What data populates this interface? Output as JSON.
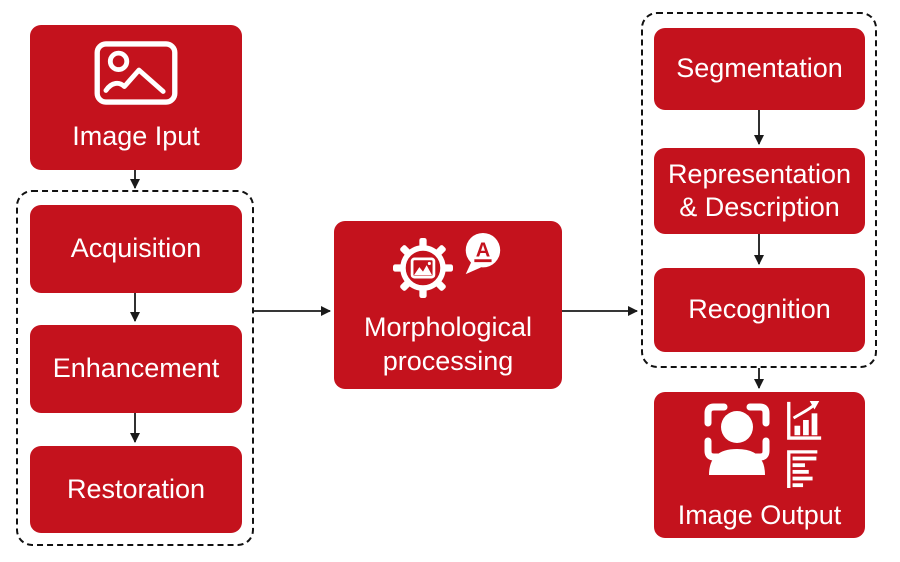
{
  "palette": {
    "box_red": "#C4121D",
    "arrow_black": "#1A1A1A",
    "text_white": "#FFFFFF"
  },
  "flow": {
    "image_input": {
      "label": "Image Iput",
      "icon": "photo-icon"
    },
    "left_group": {
      "items": [
        {
          "label": "Acquisition"
        },
        {
          "label": "Enhancement"
        },
        {
          "label": "Restoration"
        }
      ]
    },
    "morphological": {
      "label": "Morphological processing",
      "icons": [
        "gear-image-icon",
        "speech-bubble-a-icon"
      ],
      "badge_letter": "A"
    },
    "right_group": {
      "items": [
        {
          "label": "Segmentation"
        },
        {
          "label": "Representation & Description"
        },
        {
          "label": "Recognition"
        }
      ]
    },
    "image_output": {
      "label": "Image Output",
      "icons": [
        "face-scan-icon",
        "bar-chart-rising-icon",
        "horizontal-bars-icon"
      ]
    }
  }
}
